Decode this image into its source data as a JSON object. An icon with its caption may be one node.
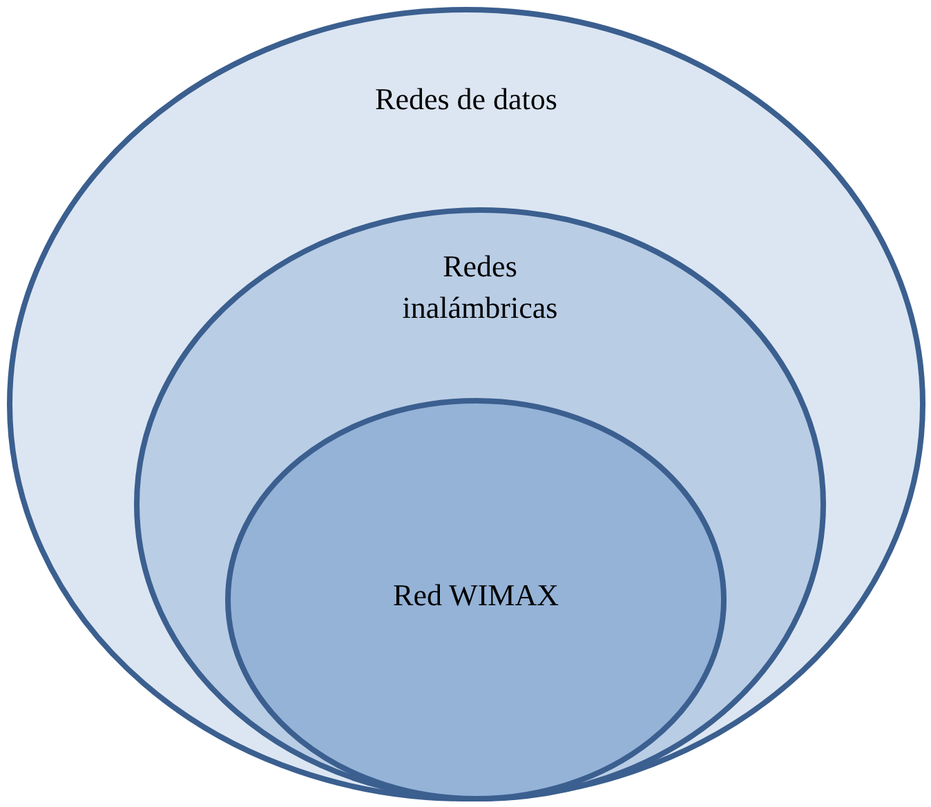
{
  "diagram": {
    "nodes": [
      {
        "text": [
          "Redes de datos"
        ]
      },
      {
        "text": [
          "Redes inalámbricas"
        ],
        "in": 0
      },
      {
        "text": [
          "Red WIMAX"
        ],
        "in": 1
      }
    ]
  }
}
